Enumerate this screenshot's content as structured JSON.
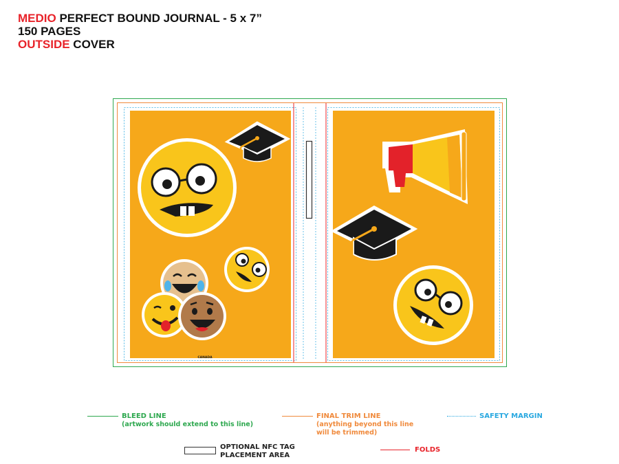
{
  "header": {
    "line1_highlight": "MEDIO",
    "line1_rest": " PERFECT BOUND JOURNAL - 5 x 7”",
    "line2": "150 PAGES",
    "line3_highlight": "OUTSIDE",
    "line3_rest": " COVER"
  },
  "cover": {
    "back_label": "CANADA"
  },
  "legend": {
    "bleed": {
      "label": "BLEED LINE",
      "note": "(artwork should extend to this line)",
      "color": "#2ea84f"
    },
    "trim": {
      "label": "FINAL TRIM LINE",
      "note1": "(anything beyond this line",
      "note2": "will be trimmed)",
      "color": "#f08a3c"
    },
    "safety": {
      "label": "SAFETY MARGIN",
      "color": "#29a8e0"
    },
    "nfc": {
      "label1": "OPTIONAL NFC TAG",
      "label2": "PLACEMENT AREA",
      "color": "#222222"
    },
    "folds": {
      "label": "FOLDS",
      "color": "#e8232a"
    }
  },
  "colors": {
    "cover_orange": "#f6a81a",
    "emoji_yellow": "#f9c51b",
    "emoji_brown": "#b17a4a",
    "emoji_tan": "#e6c08e",
    "cap_black": "#1a1a1a",
    "megaphone_red": "#e3222a"
  }
}
